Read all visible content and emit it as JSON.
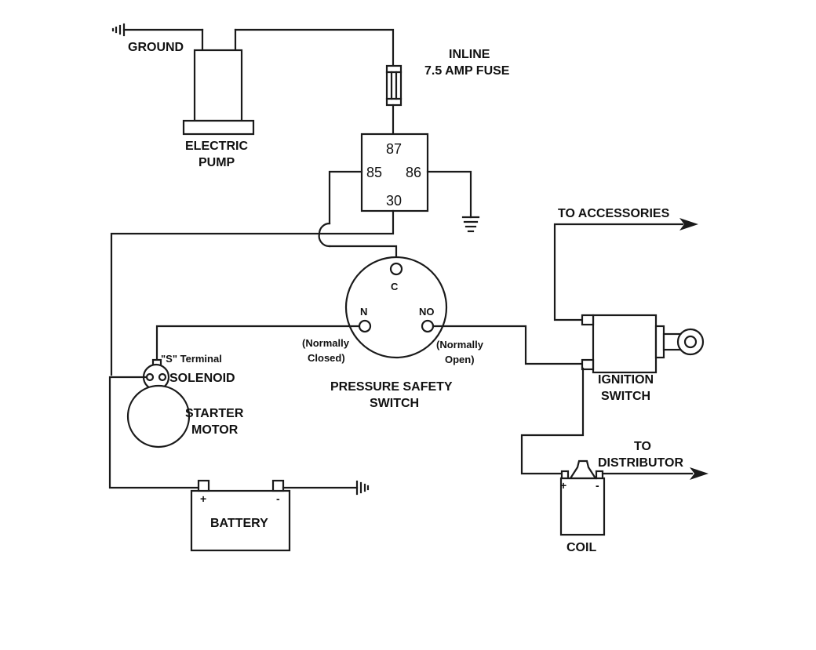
{
  "labels": {
    "ground": "GROUND",
    "inline_fuse_line1": "INLINE",
    "inline_fuse_line2": "7.5 AMP FUSE",
    "electric_pump_line1": "ELECTRIC",
    "electric_pump_line2": "PUMP",
    "relay_87": "87",
    "relay_85": "85",
    "relay_86": "86",
    "relay_30": "30",
    "switch_c": "C",
    "switch_n": "N",
    "switch_no": "NO",
    "normally_closed_line1": "(Normally",
    "normally_closed_line2": "Closed)",
    "normally_open_line1": "(Normally",
    "normally_open_line2": "Open)",
    "pressure_switch_line1": "PRESSURE SAFETY",
    "pressure_switch_line2": "SWITCH",
    "s_terminal": "\"S\" Terminal",
    "solenoid": "SOLENOID",
    "starter_motor_line1": "STARTER",
    "starter_motor_line2": "MOTOR",
    "battery": "BATTERY",
    "battery_plus": "+",
    "battery_minus": "-",
    "to_accessories": "TO ACCESSORIES",
    "ignition_switch_line1": "IGNITION",
    "ignition_switch_line2": "SWITCH",
    "to_distributor_line1": "TO",
    "to_distributor_line2": "DISTRIBUTOR",
    "coil": "COIL",
    "coil_plus": "+",
    "coil_minus": "-"
  },
  "colors": {
    "wire": "#1a1a1a",
    "background": "#ffffff"
  }
}
